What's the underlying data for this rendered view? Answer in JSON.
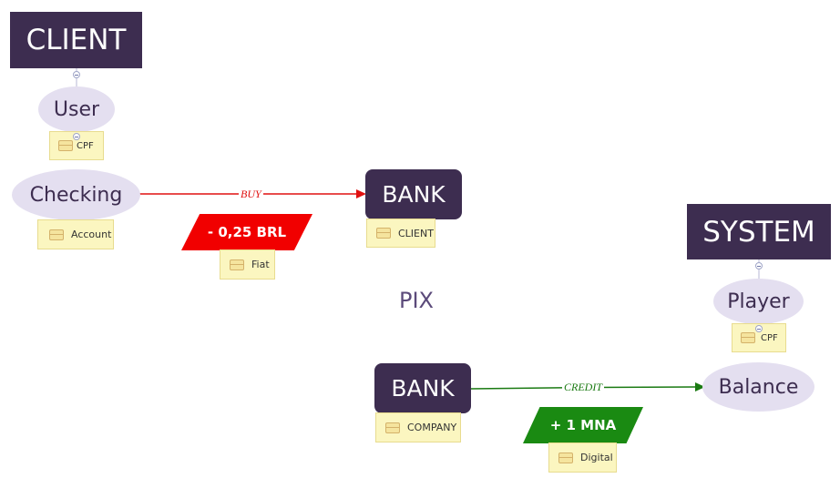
{
  "client": {
    "title": "CLIENT",
    "user_label": "User",
    "user_note": "CPF",
    "checking_label": "Checking",
    "checking_note": "Account"
  },
  "buy_edge": {
    "label": "BUY",
    "amount": "- 0,25 BRL",
    "amount_note": "Fiat",
    "color": "#e01010"
  },
  "bank_client": {
    "label": "BANK",
    "note": "CLIENT"
  },
  "pix": "PIX",
  "bank_company": {
    "label": "BANK",
    "note": "COMPANY"
  },
  "credit_edge": {
    "label": "CREDIT",
    "amount": "+ 1 MNA",
    "amount_note": "Digital",
    "color": "#1a7a12"
  },
  "system": {
    "title": "SYSTEM",
    "player_label": "Player",
    "player_note": "CPF",
    "balance_label": "Balance"
  },
  "colors": {
    "dark": "#3d2d50",
    "ellipse": "#e4dff0",
    "note": "#fbf6c0"
  }
}
